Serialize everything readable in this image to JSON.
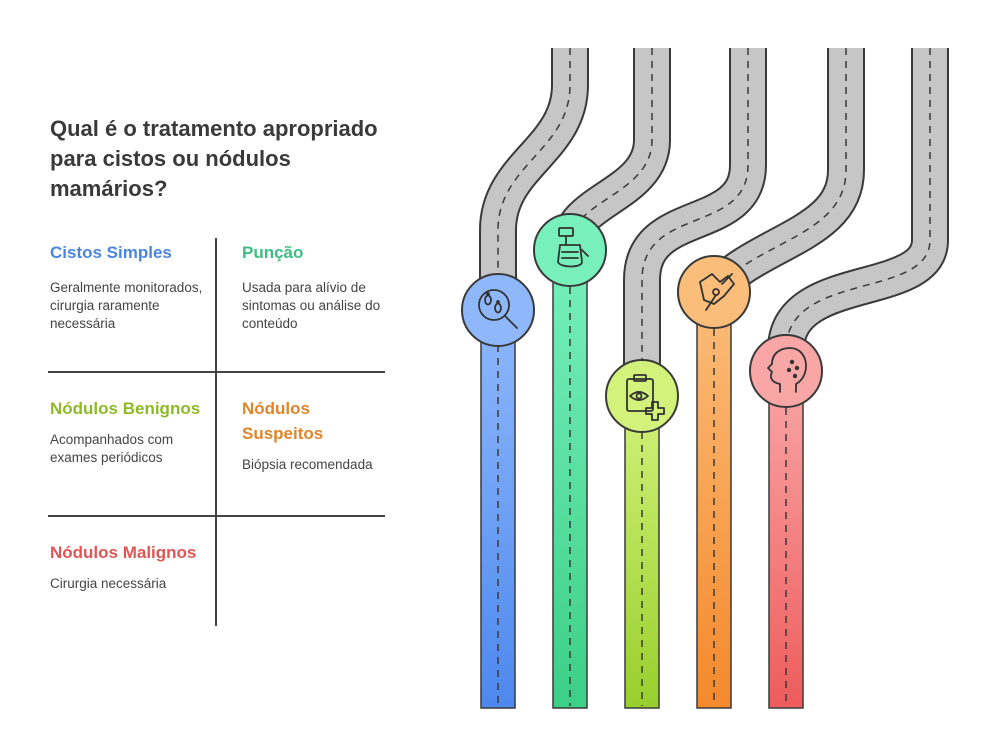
{
  "title": "Qual é o tratamento apropriado para cistos ou nódulos mamários?",
  "items": [
    {
      "heading": "Cistos Simples",
      "text": "Geralmente monitorados, cirurgia raramente necessária",
      "color": "#4a86e0",
      "icon": "magnifier-footprints-icon"
    },
    {
      "heading": "Punção",
      "text": "Usada para alívio de sintomas ou análise do conteúdo",
      "color": "#3cbf80",
      "icon": "syringe-hand-icon"
    },
    {
      "heading": "Nódulos Benignos",
      "text": "Acompanhados com exames periódicos",
      "color": "#8fba28",
      "icon": "clipboard-eye-icon"
    },
    {
      "heading": "Nódulos Suspeitos",
      "text": "Biópsia recomendada",
      "color": "#e0852b",
      "icon": "hand-needle-icon"
    },
    {
      "heading": "Nódulos Malignos",
      "text": "Cirurgia necessária",
      "color": "#e25555",
      "icon": "face-lesion-icon"
    }
  ]
}
